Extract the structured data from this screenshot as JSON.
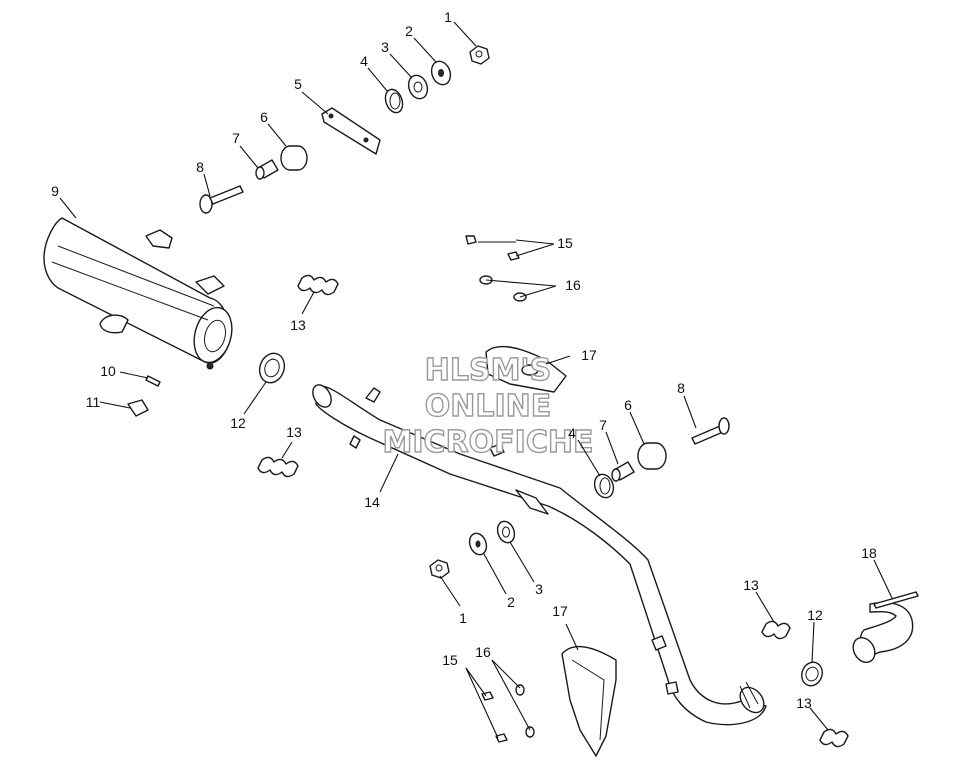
{
  "watermark": [
    "HLSM'S",
    "ONLINE",
    "MICROFICHE"
  ],
  "callouts": {
    "c1a": "1",
    "c2a": "2",
    "c3a": "3",
    "c4a": "4",
    "c5": "5",
    "c6a": "6",
    "c7a": "7",
    "c8a": "8",
    "c9": "9",
    "c10": "10",
    "c11": "11",
    "c12a": "12",
    "c13a": "13",
    "c13b": "13",
    "c14": "14",
    "c15a": "15",
    "c16a": "16",
    "c17a": "17",
    "c4b": "4",
    "c7b": "7",
    "c6b": "6",
    "c8b": "8",
    "c1b": "1",
    "c2b": "2",
    "c3b": "3",
    "c17b": "17",
    "c15b": "15",
    "c16b": "16",
    "c13c": "13",
    "c12b": "12",
    "c13d": "13",
    "c18": "18"
  }
}
